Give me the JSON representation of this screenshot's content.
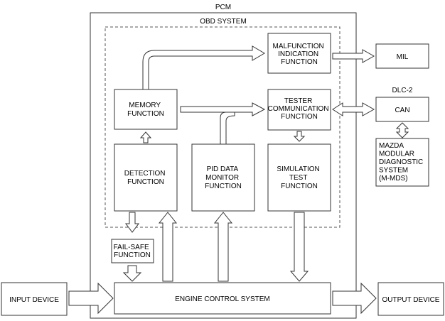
{
  "pcm": {
    "title": "PCM"
  },
  "obd": {
    "title": "OBD SYSTEM"
  },
  "blocks": {
    "malfunction": [
      "MALFUNCTION",
      "INDICATION",
      "FUNCTION"
    ],
    "tester": [
      "TESTER",
      "COMMUNICATION",
      "FUNCTION"
    ],
    "memory": [
      "MEMORY",
      "FUNCTION"
    ],
    "detection": [
      "DETECTION",
      "FUNCTION"
    ],
    "pid": [
      "PID DATA",
      "MONITOR",
      "FUNCTION"
    ],
    "simulation": [
      "SIMULATION",
      "TEST",
      "FUNCTION"
    ],
    "failsafe": [
      "FAIL-SAFE",
      "FUNCTION"
    ],
    "engine": "ENGINE CONTROL SYSTEM",
    "mil": "MIL",
    "dlc_label": "DLC-2",
    "can": "CAN",
    "mds": [
      "MAZDA",
      "MODULAR",
      "DIAGNOSTIC",
      "SYSTEM",
      "(M-MDS)"
    ],
    "input": "INPUT DEVICE",
    "output": "OUTPUT DEVICE"
  }
}
